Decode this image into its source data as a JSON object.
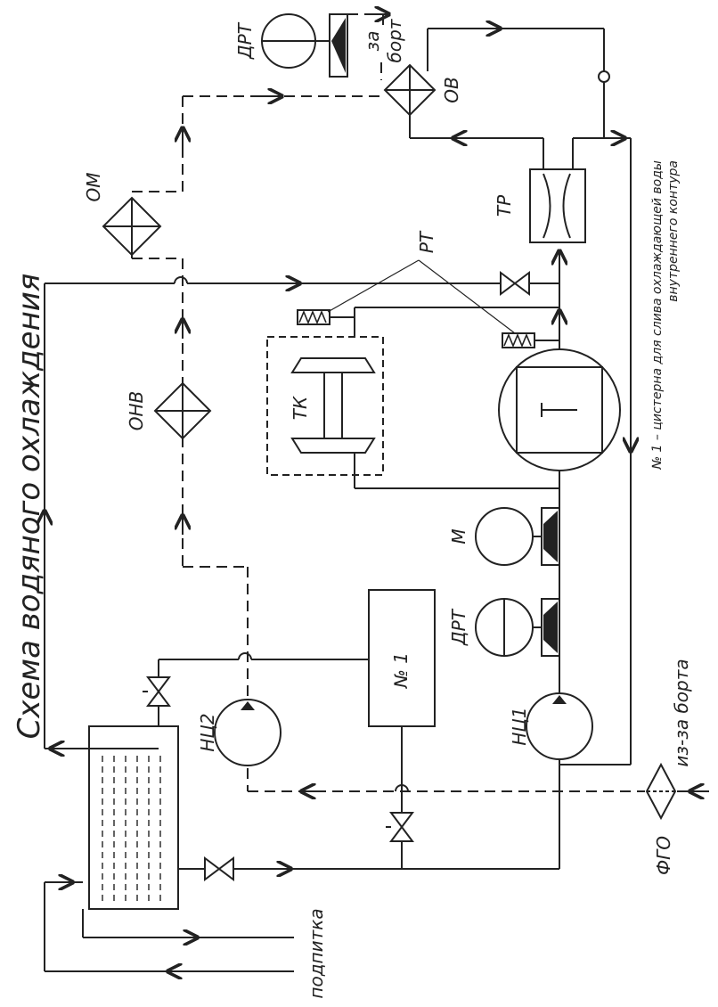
{
  "diagram": {
    "title": "Схема водяного охлаждения",
    "note_line1": "№ 1 – цистерна для слива охлаждающей воды",
    "note_line2": "внутреннего контура",
    "labels": {
      "drt_top": "ДРТ",
      "za": "за",
      "bort": "борт",
      "ov": "ОВ",
      "om": "ОМ",
      "tr": "ТР",
      "rt": "РТ",
      "onv": "ОНВ",
      "tk": "ТК",
      "t": "Т",
      "m": "М",
      "drt_mid": "ДРТ",
      "tank": "№ 1",
      "nc1": "НЦ1",
      "nc2": "НЦ2",
      "iz_za_borta": "из-за борта",
      "fgo": "ФГО",
      "podpitka": "подпитка"
    }
  }
}
